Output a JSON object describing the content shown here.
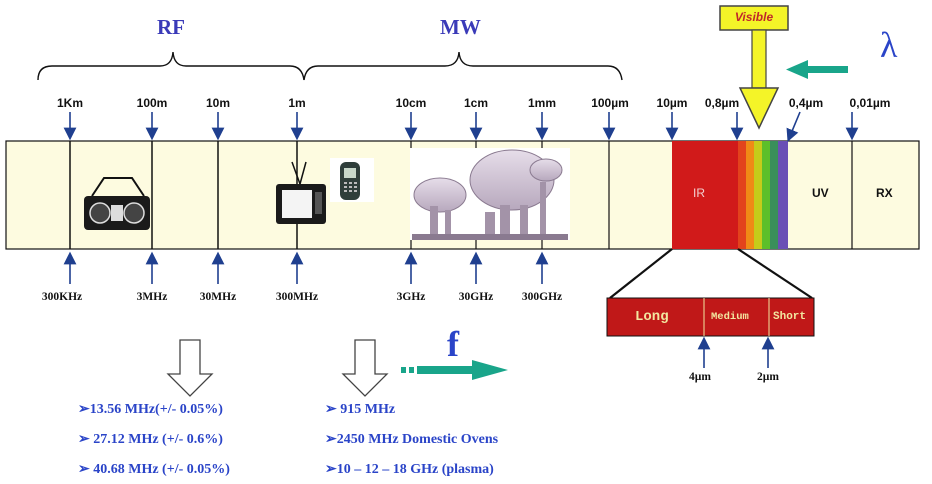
{
  "bands": {
    "rf": "RF",
    "mw": "MW"
  },
  "visible_label": "Visible",
  "lambda_symbol": "λ",
  "f_symbol": "f",
  "wavelength_ticks": [
    "1Km",
    "100m",
    "10m",
    "1m",
    "10cm",
    "1cm",
    "1mm",
    "100µm",
    "10µm",
    "0,8µm",
    "0,4µm",
    "0,01µm"
  ],
  "frequency_ticks": [
    "300KHz",
    "3MHz",
    "30MHz",
    "300MHz",
    "3GHz",
    "30GHz",
    "300GHz"
  ],
  "spectrum_regions": {
    "ir": "IR",
    "uv": "UV",
    "rx": "RX"
  },
  "ir_bands": {
    "long": "Long",
    "medium": "Medium",
    "short": "Short"
  },
  "ir_ticks": [
    "4µm",
    "2µm"
  ],
  "rf_list": [
    "➢13.56 MHz(+/- 0.05%)",
    "➢ 27.12 MHz (+/- 0.6%)",
    "➢ 40.68 MHz (+/- 0.05%)"
  ],
  "mw_list": [
    "➢ 915 MHz",
    "➢2450 MHz Domestic Ovens",
    "➢10 – 12 – 18 GHz (plasma)"
  ],
  "colors": {
    "spectrum_bg": "#fdfbe0",
    "ir_red": "#d11a1a",
    "ir_box": "#c01818",
    "band_blue": "#3a3ab8",
    "arrow_blue": "#1f3f8f",
    "visible_yellow": "#f4f428",
    "teal_arrow": "#19a58a"
  },
  "icons": [
    "radio-icon",
    "television-icon",
    "mobile-phone-icon",
    "satellite-dish-icon"
  ]
}
